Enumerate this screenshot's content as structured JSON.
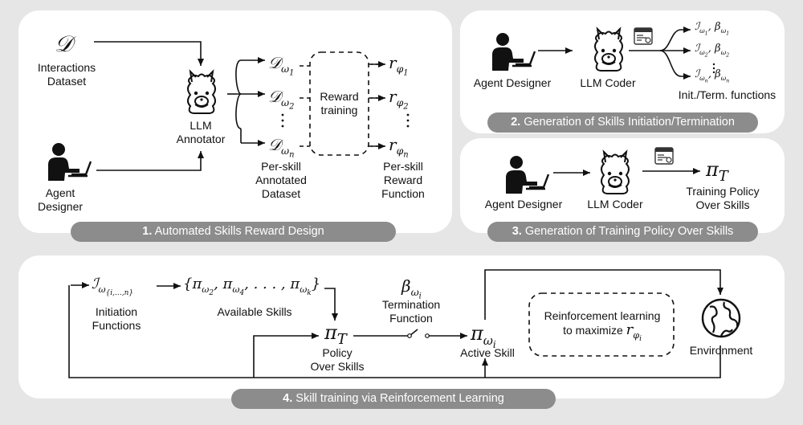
{
  "panel1": {
    "caption_num": "1.",
    "caption_text": "Automated Skills Reward Design",
    "interactions_line1": "Interactions",
    "interactions_line2": "Dataset",
    "agent_line1": "Agent",
    "agent_line2": "Designer",
    "annotator_line1": "LLM",
    "annotator_line2": "Annotator",
    "reward_training_line1": "Reward",
    "reward_training_line2": "training",
    "dataset_caption_line1": "Per-skill",
    "dataset_caption_line2": "Annotated",
    "dataset_caption_line3": "Dataset",
    "reward_caption_line1": "Per-skill",
    "reward_caption_line2": "Reward",
    "reward_caption_line3": "Function"
  },
  "panel2": {
    "caption_num": "2.",
    "caption_text": "Generation of Skills Initiation/Termination",
    "agent_label": "Agent Designer",
    "coder_label": "LLM Coder",
    "functions_label": "Init./Term. functions"
  },
  "panel3": {
    "caption_num": "3.",
    "caption_text": "Generation of Training Policy Over Skills",
    "agent_label": "Agent Designer",
    "coder_label": "LLM Coder",
    "policy_line1": "Training Policy",
    "policy_line2": "Over Skills"
  },
  "panel4": {
    "caption_num": "4.",
    "caption_text": "Skill training via Reinforcement Learning",
    "initiation_line1": "Initiation",
    "initiation_line2": "Functions",
    "available_label": "Available Skills",
    "termination_line1": "Termination",
    "termination_line2": "Function",
    "policy_line1": "Policy",
    "policy_line2": "Over Skills",
    "active_label": "Active Skill",
    "rl_line1": "Reinforcement learning",
    "rl_line2": "to maximize",
    "environment_label": "Environment"
  },
  "colors": {
    "background": "#e6e6e6",
    "panel": "#ffffff",
    "pill": "#8c8c8c",
    "ink": "#111111"
  },
  "icons": [
    "person-at-laptop-icon",
    "llama-icon",
    "code-window-icon",
    "globe-icon"
  ]
}
